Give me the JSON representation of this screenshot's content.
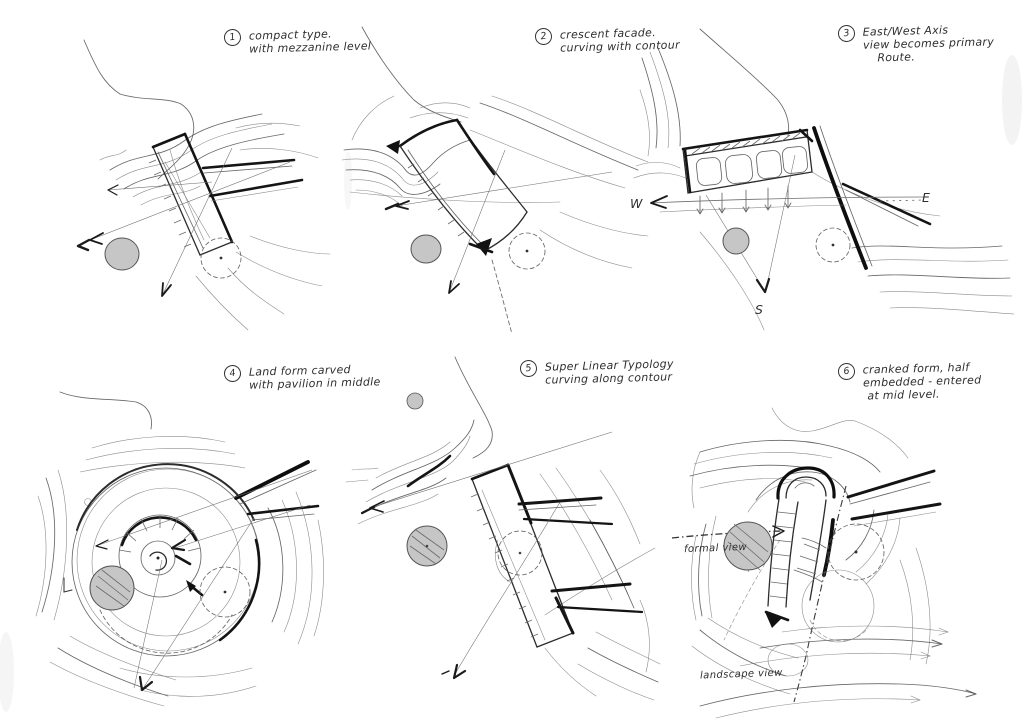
{
  "sketches": [
    {
      "number": "1",
      "caption_lines": [
        "compact type.",
        "with mezzanine level"
      ]
    },
    {
      "number": "2",
      "caption_lines": [
        "crescent facade.",
        "curving with contour"
      ]
    },
    {
      "number": "3",
      "caption_lines": [
        "East/West Axis",
        "view becomes primary",
        "Route."
      ]
    },
    {
      "number": "4",
      "caption_lines": [
        "Land form carved",
        "with pavilion in middle"
      ]
    },
    {
      "number": "5",
      "caption_lines": [
        "Super Linear Typology",
        "curving along contour"
      ]
    },
    {
      "number": "6",
      "caption_lines": [
        "cranked form, half",
        "embedded - entered",
        "at mid level."
      ]
    }
  ],
  "compass": {
    "west": "W",
    "east": "E",
    "south": "S"
  },
  "view_labels": {
    "formal": "formal view",
    "landscape": "landscape view"
  },
  "colors": {
    "ink": "#1a1a1a",
    "light_ink": "#5a5a5a",
    "tree_fill": "#c6c6c6",
    "paper": "#ffffff"
  }
}
